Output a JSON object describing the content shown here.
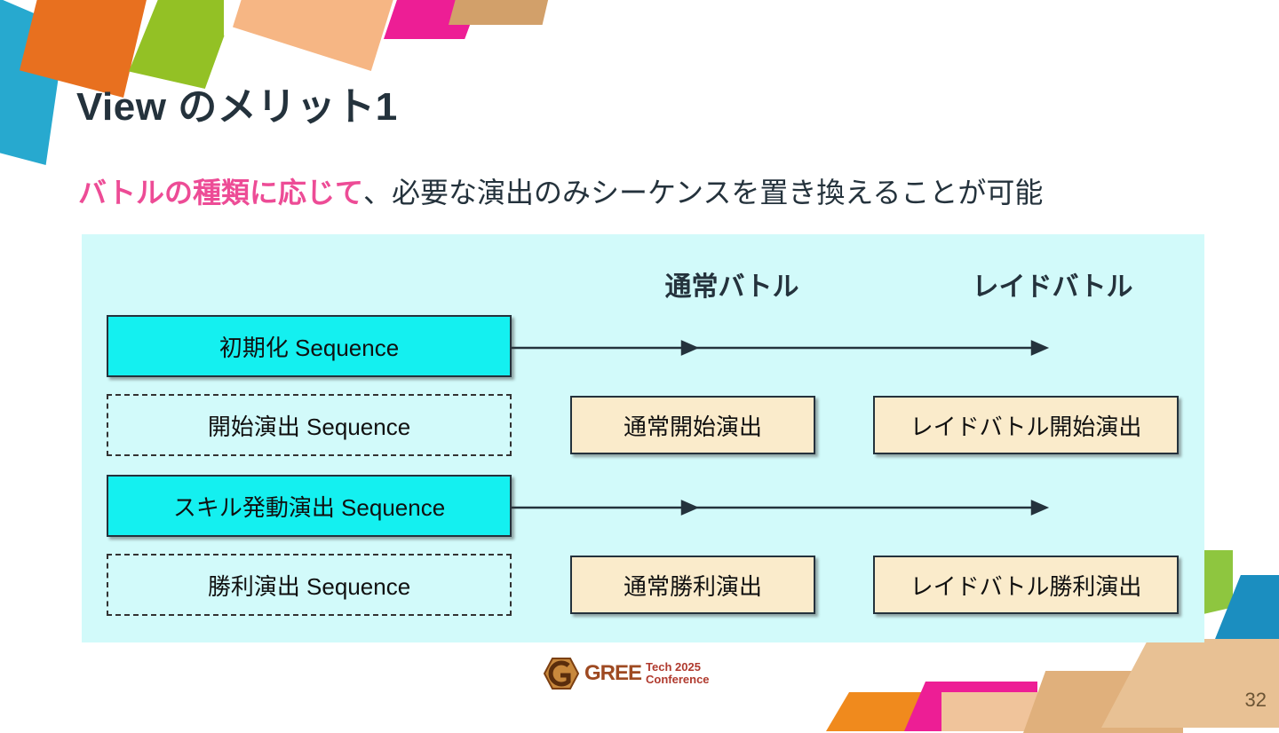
{
  "slide": {
    "title": "View のメリット1",
    "page_number": "32",
    "subtitle": {
      "highlight": "バトルの種類に応じて",
      "rest": "、必要な演出のみシーケンスを置き換えることが可能",
      "highlight_color": "#ED4C96",
      "text_color": "#24323C"
    }
  },
  "footer": {
    "logo_brand": "GREE",
    "logo_line1": "Tech  2025",
    "logo_line2": "Conference"
  },
  "diagram": {
    "panel_color": "#D2FAFA",
    "columns": [
      {
        "label": "通常バトル"
      },
      {
        "label": "レイドバトル"
      }
    ],
    "sequences": [
      {
        "label": "初期化 Sequence",
        "style": "solid",
        "fill": "#14F0F0"
      },
      {
        "label": "開始演出 Sequence",
        "style": "dashed",
        "fill": "transparent"
      },
      {
        "label": "スキル発動演出 Sequence",
        "style": "solid",
        "fill": "#14F0F0"
      },
      {
        "label": "勝利演出 Sequence",
        "style": "dashed",
        "fill": "transparent"
      }
    ],
    "effects": {
      "start_normal": "通常開始演出",
      "start_raid": "レイドバトル開始演出",
      "win_normal": "通常勝利演出",
      "win_raid": "レイドバトル勝利演出"
    },
    "arrow_color": "#24323C",
    "box_border_color": "#24323C",
    "effect_fill": "#FAEBCB"
  }
}
